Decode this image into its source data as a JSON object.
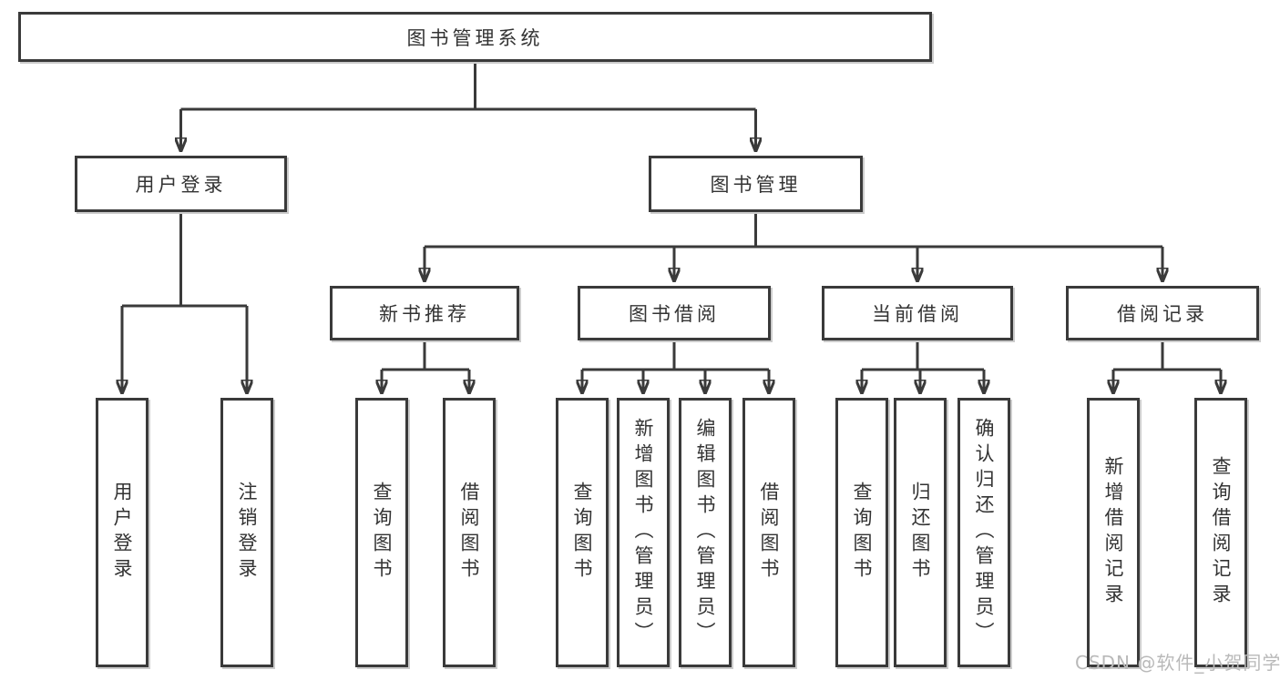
{
  "diagram_type": "hierarchy-flowchart",
  "colors": {
    "line": "#3a3a3a",
    "box_border": "#3a3a3a",
    "box_fill": "#ffffff",
    "text": "#333333",
    "watermark": "#b9b9b9",
    "background": "#ffffff"
  },
  "tree": {
    "root": {
      "label": "图书管理系统",
      "children": [
        {
          "label": "用户登录",
          "children": [
            {
              "label": "用户登录"
            },
            {
              "label": "注销登录"
            }
          ]
        },
        {
          "label": "图书管理",
          "children": [
            {
              "label": "新书推荐",
              "children": [
                {
                  "label": "查询图书"
                },
                {
                  "label": "借阅图书"
                }
              ]
            },
            {
              "label": "图书借阅",
              "children": [
                {
                  "label": "查询图书"
                },
                {
                  "label": "新增图书（管理员）"
                },
                {
                  "label": "编辑图书（管理员）"
                },
                {
                  "label": "借阅图书"
                }
              ]
            },
            {
              "label": "当前借阅",
              "children": [
                {
                  "label": "查询图书"
                },
                {
                  "label": "归还图书"
                },
                {
                  "label": "确认归还（管理员）"
                }
              ]
            },
            {
              "label": "借阅记录",
              "children": [
                {
                  "label": "新增借阅记录"
                },
                {
                  "label": "查询借阅记录"
                }
              ]
            }
          ]
        }
      ]
    }
  },
  "watermark": {
    "text": "CSDN @软件_小贺同学"
  }
}
